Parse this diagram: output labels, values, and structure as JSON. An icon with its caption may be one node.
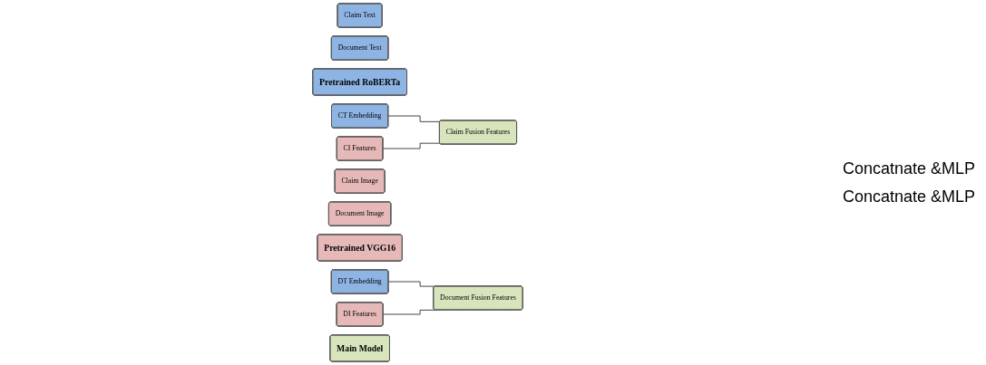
{
  "diagram": {
    "nodes": [
      {
        "text": [
          "Claim Text"
        ]
      },
      {
        "text": [
          "Document Text"
        ]
      },
      {
        "text": [
          "Pretrained RoBERTa"
        ]
      },
      {
        "text": [
          "CT Embedding"
        ]
      },
      {
        "text": [
          "DT Embedding"
        ]
      },
      {
        "text": [
          "Claim Image"
        ]
      },
      {
        "text": [
          "Document Image"
        ]
      },
      {
        "text": [
          "Pretrained VGG16"
        ]
      },
      {
        "text": [
          "CI Features"
        ]
      },
      {
        "text": [
          "DI Features"
        ]
      },
      {
        "text": [
          "Claim Fusion Features"
        ]
      },
      {
        "text": [
          "Document Fusion Features"
        ]
      },
      {
        "text": [
          "Main Model"
        ]
      }
    ],
    "edges": [
      {
        "from": 3,
        "to": 10,
        "arrow": "none"
      },
      {
        "from": 8,
        "to": 10,
        "arrow": "none"
      },
      {
        "from": 4,
        "to": 11,
        "arrow": "none"
      },
      {
        "from": 9,
        "to": 11,
        "arrow": "none"
      }
    ],
    "labels": [
      "Concatnate &MLP",
      "Concatnate &MLP"
    ]
  }
}
